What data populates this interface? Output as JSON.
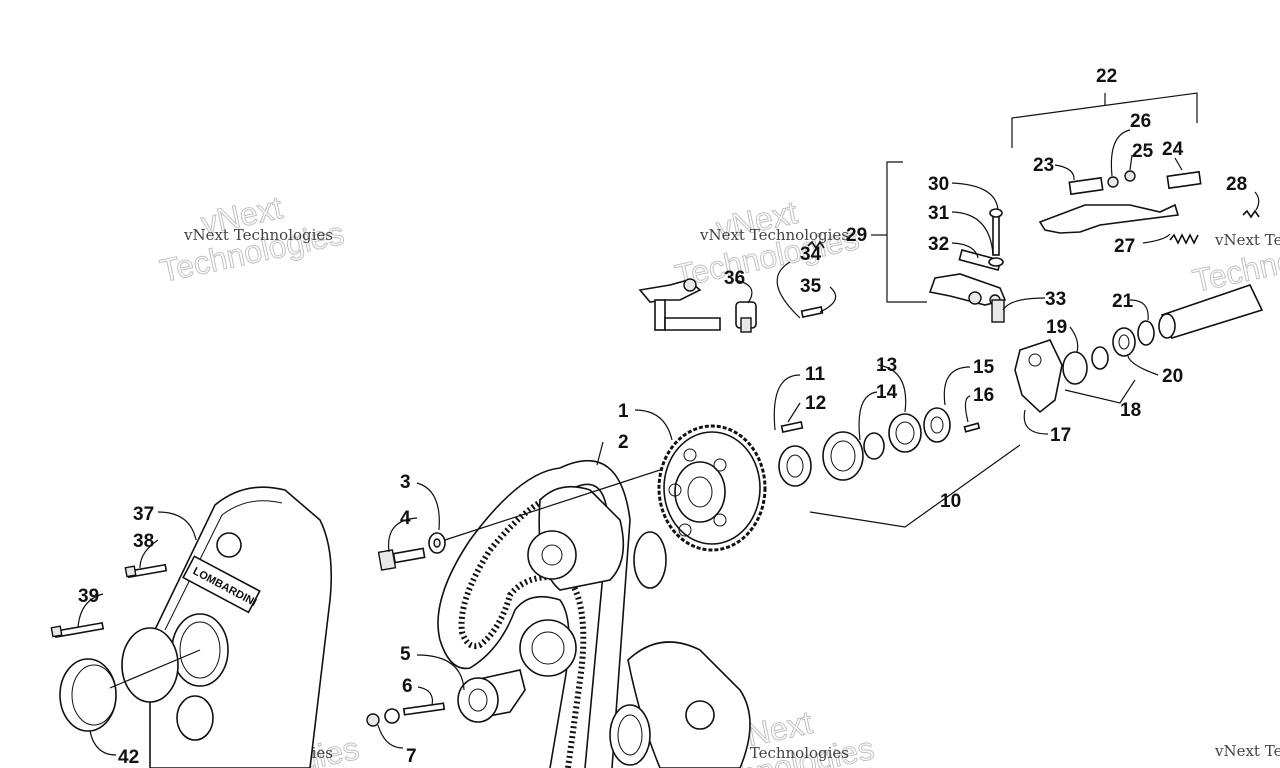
{
  "callouts": [
    {
      "id": "c1",
      "text": "1"
    },
    {
      "id": "c2",
      "text": "2"
    },
    {
      "id": "c3",
      "text": "3"
    },
    {
      "id": "c4",
      "text": "4"
    },
    {
      "id": "c5",
      "text": "5"
    },
    {
      "id": "c6",
      "text": "6"
    },
    {
      "id": "c7",
      "text": "7"
    },
    {
      "id": "c10",
      "text": "10"
    },
    {
      "id": "c11",
      "text": "11"
    },
    {
      "id": "c12",
      "text": "12"
    },
    {
      "id": "c13",
      "text": "13"
    },
    {
      "id": "c14",
      "text": "14"
    },
    {
      "id": "c15",
      "text": "15"
    },
    {
      "id": "c16",
      "text": "16"
    },
    {
      "id": "c17",
      "text": "17"
    },
    {
      "id": "c18",
      "text": "18"
    },
    {
      "id": "c19",
      "text": "19"
    },
    {
      "id": "c20",
      "text": "20"
    },
    {
      "id": "c21",
      "text": "21"
    },
    {
      "id": "c22",
      "text": "22"
    },
    {
      "id": "c23",
      "text": "23"
    },
    {
      "id": "c24",
      "text": "24"
    },
    {
      "id": "c25",
      "text": "25"
    },
    {
      "id": "c26",
      "text": "26"
    },
    {
      "id": "c27",
      "text": "27"
    },
    {
      "id": "c28",
      "text": "28"
    },
    {
      "id": "c29",
      "text": "29"
    },
    {
      "id": "c30",
      "text": "30"
    },
    {
      "id": "c31",
      "text": "31"
    },
    {
      "id": "c32",
      "text": "32"
    },
    {
      "id": "c33",
      "text": "33"
    },
    {
      "id": "c34",
      "text": "34"
    },
    {
      "id": "c35",
      "text": "35"
    },
    {
      "id": "c36",
      "text": "36"
    },
    {
      "id": "c37",
      "text": "37"
    },
    {
      "id": "c38",
      "text": "38"
    },
    {
      "id": "c39",
      "text": "39"
    },
    {
      "id": "c42",
      "text": "42"
    }
  ],
  "cover_logo": "LOMBARDINI",
  "watermark": {
    "line1": "vNext Technologies",
    "line2": "vNext",
    "line3": "Technologies"
  }
}
